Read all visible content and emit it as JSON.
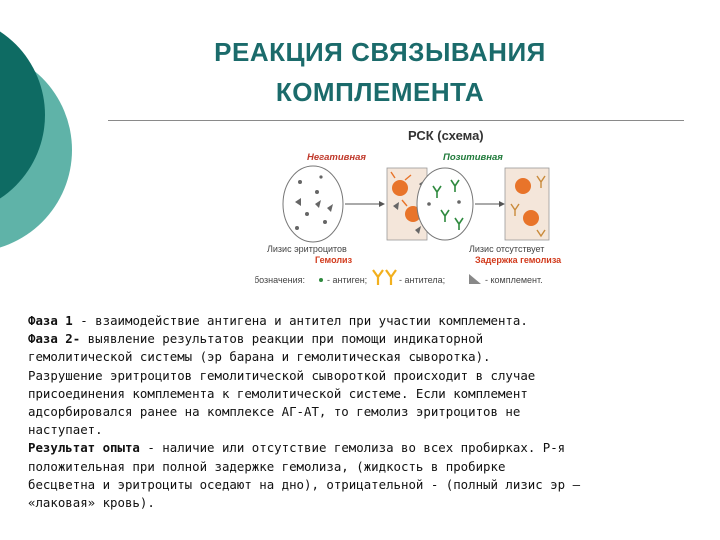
{
  "slide": {
    "title_line1": "РЕАКЦИЯ  СВЯЗЫВАНИЯ",
    "title_line2": "КОМПЛЕМЕНТА"
  },
  "figure": {
    "caption": "РСК (схема)",
    "negative_label": "Негативная",
    "positive_label": "Позитивная",
    "left_result_1": "Лизис эритроцитов",
    "left_result_2": "Гемолиз",
    "right_result_1": "Лизис отсутствует",
    "right_result_2": "Задержка гемолиза",
    "legend_title": "Обозначения:",
    "legend_antigen": "- антиген;",
    "legend_antibody": "- антитела;",
    "legend_complement": "- комплемент.",
    "colors": {
      "teal": "#0e6b63",
      "light_teal": "#5fb3a8",
      "orange": "#e8742a",
      "red_text": "#d23b1d"
    }
  },
  "text": {
    "phase1_label": "Фаза 1",
    "phase1_text": " - взаимодействие антигена и антител при участии комплемента.",
    "phase2_label": "Фаза 2-",
    "phase2_text_a": " выявление результатов реакции при помощи индикаторной",
    "phase2_text_b": "гемолитической системы (эр барана и гемолитическая сыворотка).",
    "para1_a": "Разрушение эритроцитов гемолитической сывороткой происходит в случае",
    "para1_b": "присоединения комплемента к гемолитической системе. Если комплемент",
    "para1_c": "адсорбировался ранее на комплексе АГ-АТ, то гемолиз эритроцитов не",
    "para1_d": "наступает.",
    "result_label": "Результат опыта",
    "result_text_a": " - наличие или отсутствие гемолиза во всех пробирках. Р-я",
    "result_text_b": "положительная при полной задержке гемолиза, (жидкость в пробирке",
    "result_text_c": "бесцветна и эритроциты оседают на дно), отрицательной - (полный лизис эр –",
    "result_text_d": "«лаковая» кровь)."
  }
}
